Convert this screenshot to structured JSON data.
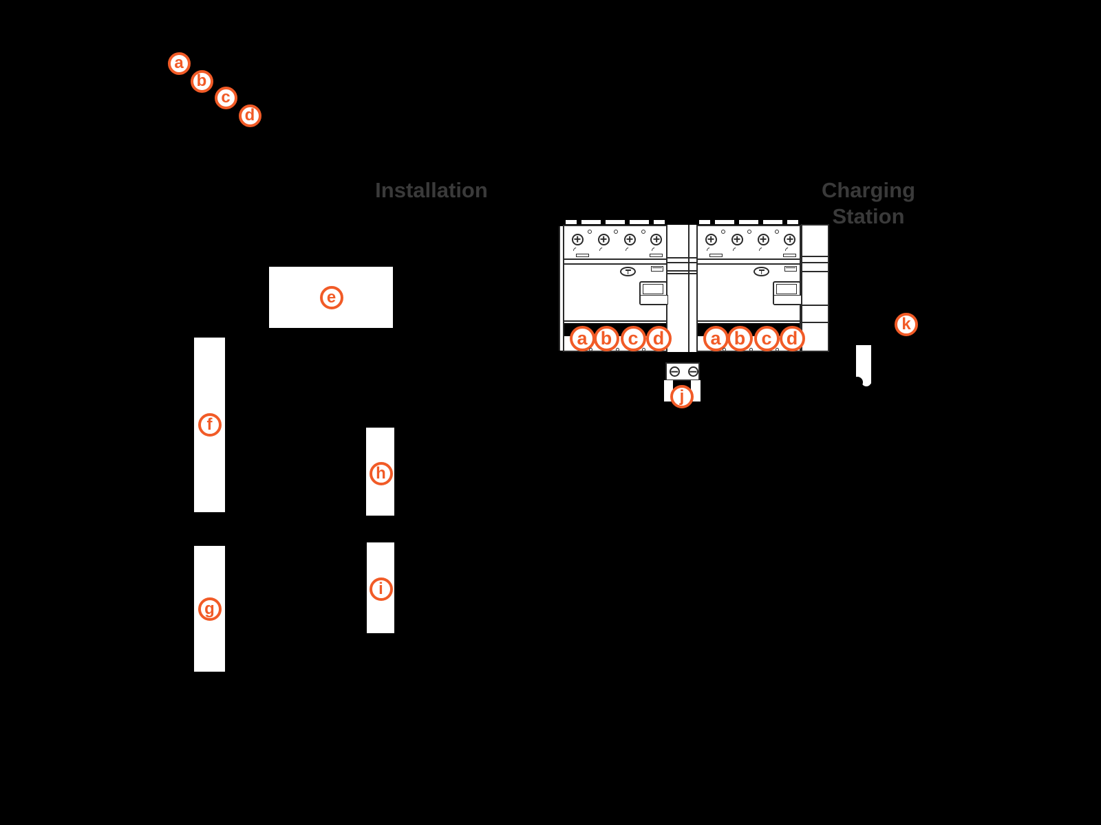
{
  "diagram": {
    "headings": {
      "installation": "Installation",
      "charging_station": [
        "Charging",
        "Station"
      ]
    },
    "callouts": {
      "top_left": [
        "a",
        "b",
        "c",
        "d"
      ],
      "rcd_left_terminals": [
        "a",
        "b",
        "c",
        "d"
      ],
      "rcd_right_terminals": [
        "a",
        "b",
        "c",
        "d"
      ],
      "box_e": "e",
      "bar_f": "f",
      "bar_g": "g",
      "bar_h": "h",
      "bar_i": "i",
      "terminal_block": "j",
      "charging_cable": "k"
    },
    "colors": {
      "accent": "#F15B27",
      "heading": "#3A3A3A",
      "line": "#2A2A2A",
      "background": "#000000"
    }
  }
}
